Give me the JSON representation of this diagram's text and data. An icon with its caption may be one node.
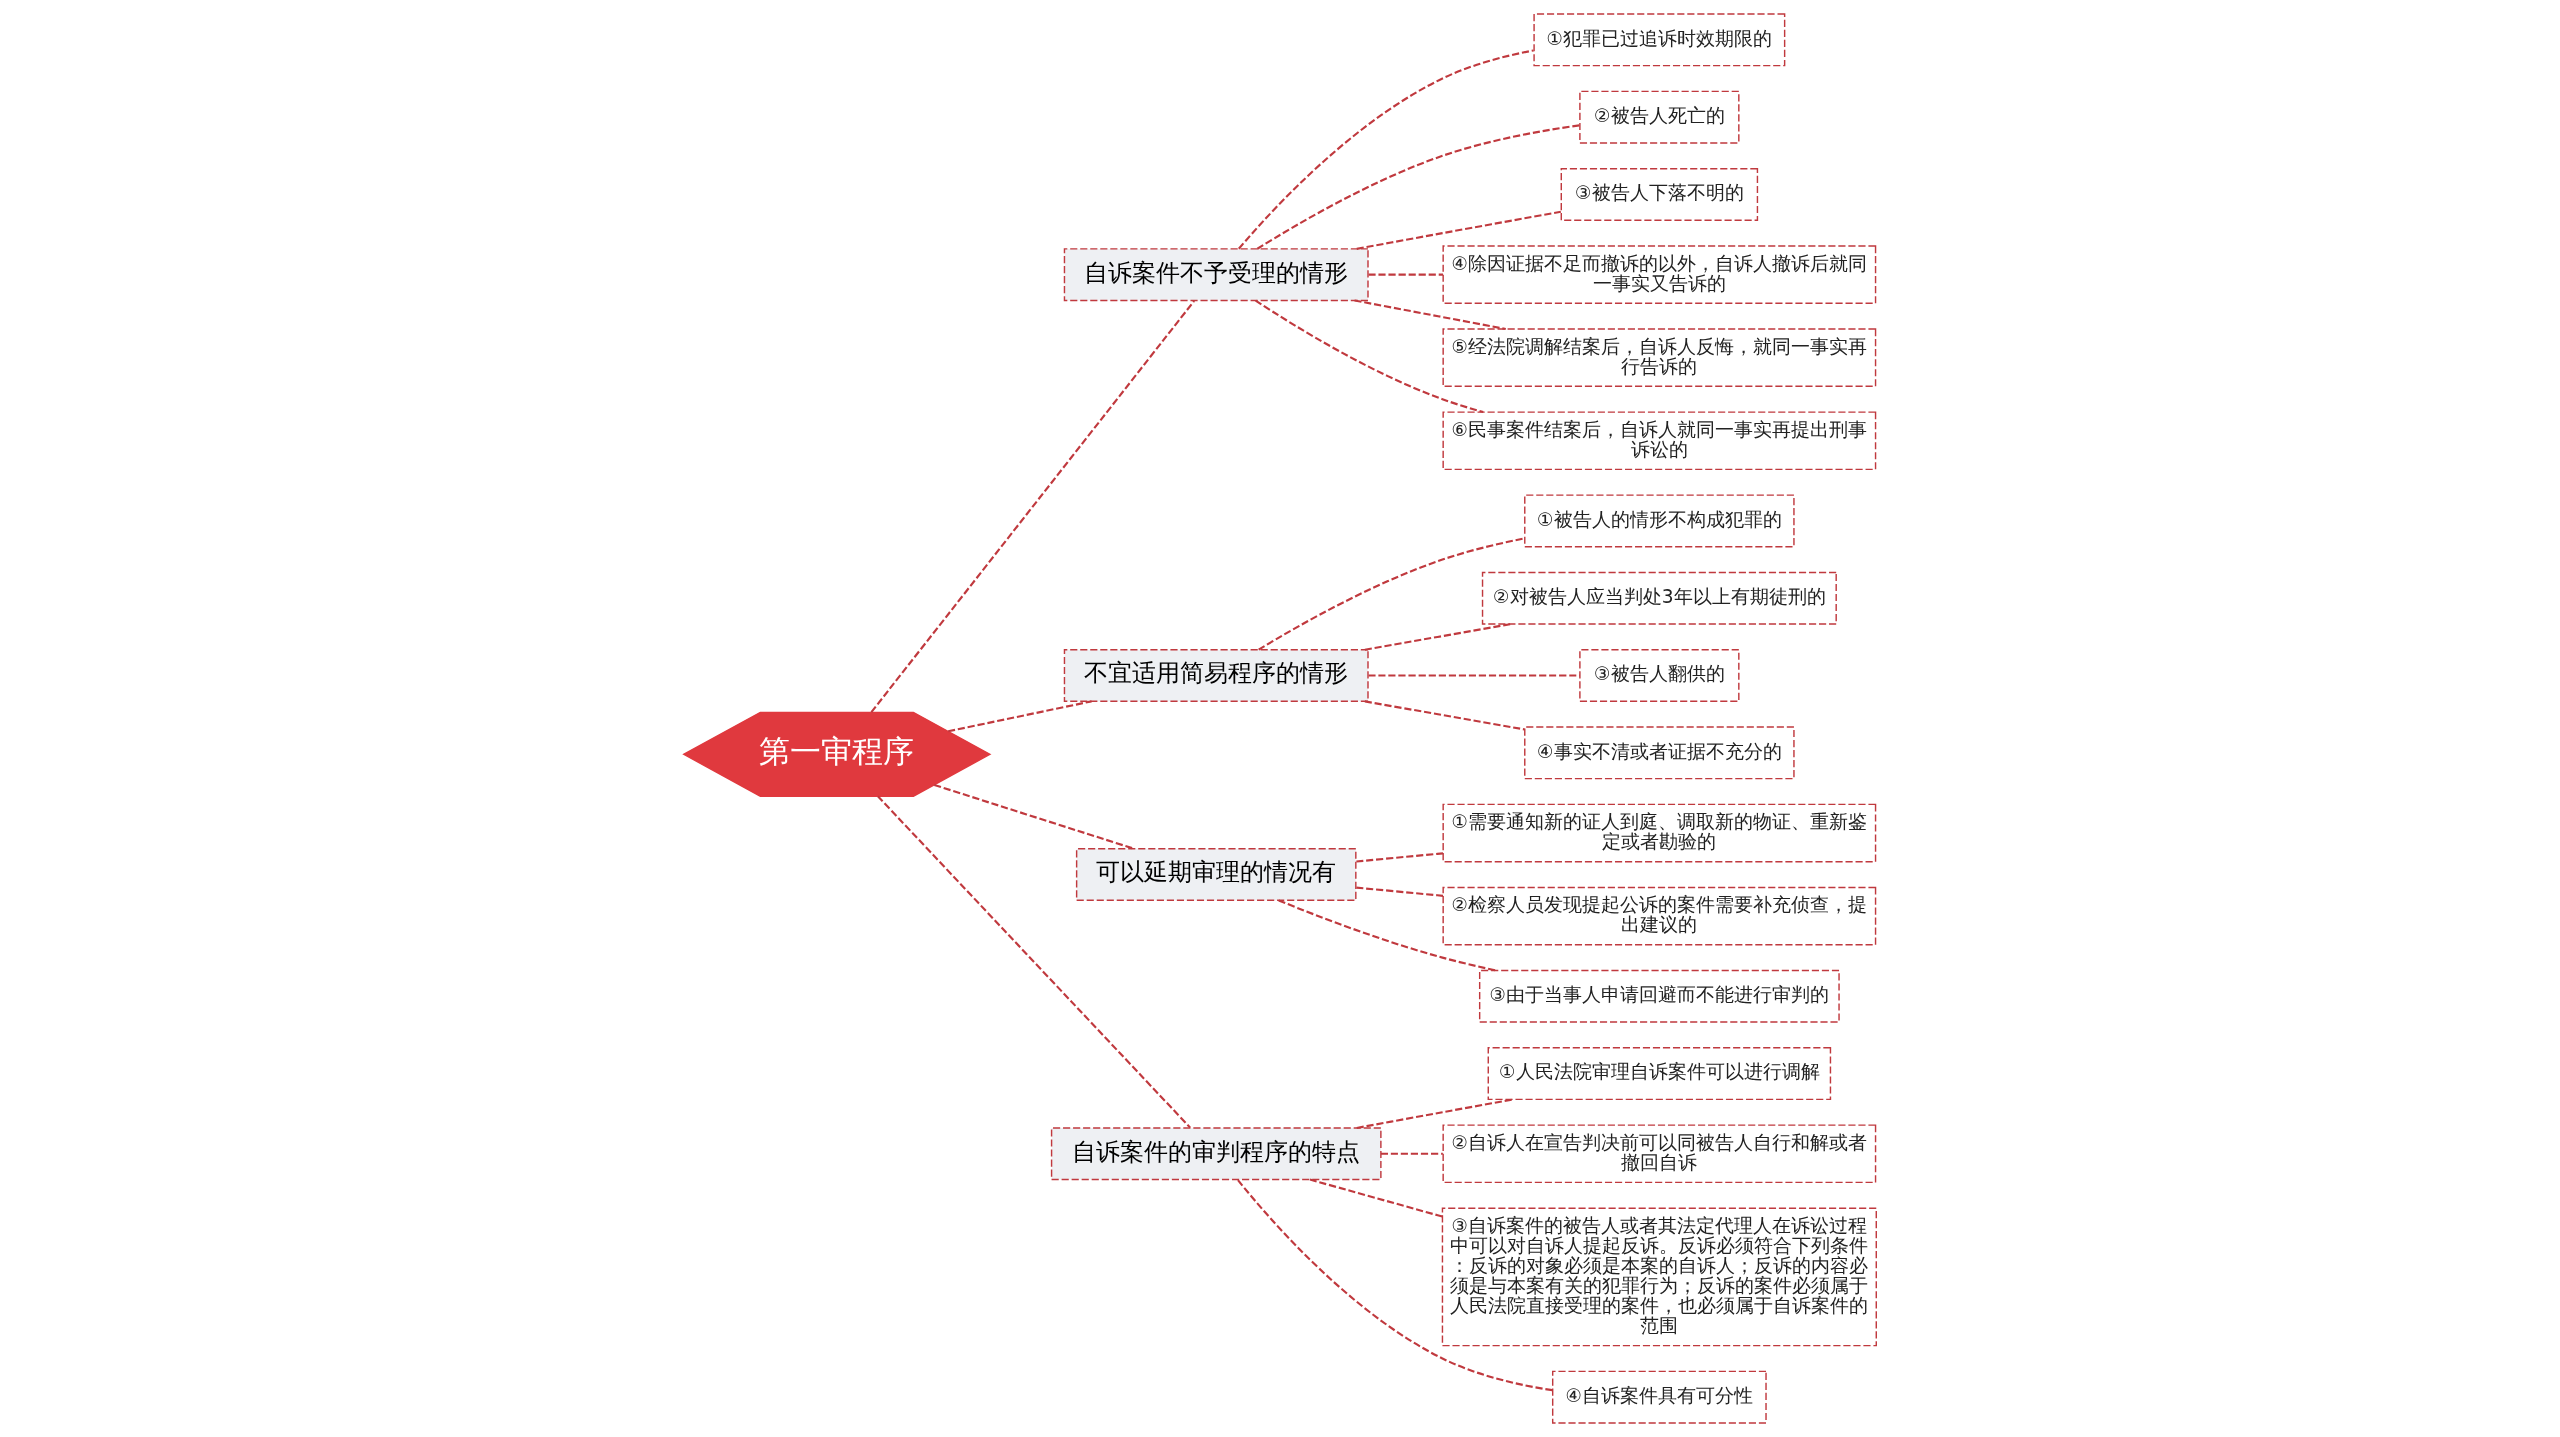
{
  "diagram": {
    "nodes": [
      {
        "text": [
          "第一审程序"
        ]
      },
      {
        "text": [
          "自诉案件不予受理的情形"
        ]
      },
      {
        "text": [
          "①犯罪已过追诉时效期限的"
        ]
      },
      {
        "text": [
          "②被告人死亡的"
        ]
      },
      {
        "text": [
          "③被告人下落不明的"
        ]
      },
      {
        "text": [
          "④除因证据不足而撤诉的以外，自诉人撤诉后就同一事实又告诉的"
        ]
      },
      {
        "text": [
          "⑤经法院调解结案后，自诉人反悔，就同一事实再行告诉的"
        ]
      },
      {
        "text": [
          "⑥民事案件结案后，自诉人就同一事实再提出刑事诉讼的"
        ]
      },
      {
        "text": [
          "不宜适用简易程序的情形"
        ]
      },
      {
        "text": [
          "①被告人的情形不构成犯罪的"
        ]
      },
      {
        "text": [
          "②对被告人应当判处3年以上有期徒刑的"
        ]
      },
      {
        "text": [
          "③被告人翻供的"
        ]
      },
      {
        "text": [
          "④事实不清或者证据不充分的"
        ]
      },
      {
        "text": [
          "可以延期审理的情况有"
        ]
      },
      {
        "text": [
          "①需要通知新的证人到庭、调取新的物证、重新鉴定或者勘验的"
        ]
      },
      {
        "text": [
          "②检察人员发现提起公诉的案件需要补充侦查，提出建议的"
        ]
      },
      {
        "text": [
          "③由于当事人申请回避而不能进行审判的"
        ]
      },
      {
        "text": [
          "自诉案件的审判程序的特点"
        ]
      },
      {
        "text": [
          "①人民法院审理自诉案件可以进行调解"
        ]
      },
      {
        "text": [
          "②自诉人在宣告判决前可以同被告人自行和解或者撤回自诉"
        ]
      },
      {
        "text": [
          "③自诉案件的被告人或者其法定代理人在诉讼过程中可以对自诉人提起反诉。反诉必须符合下列条件：反诉的对象必须是本案的自诉人；反诉的内容必须是与本案有关的犯罪行为；反诉的案件必须属于人民法院直接受理的案件，也必须属于自诉案件的范围"
        ]
      },
      {
        "text": [
          "④自诉案件具有可分性"
        ]
      }
    ],
    "edges": [
      {
        "from": 0,
        "to": 1,
        "arrow": "none",
        "style": "dashed"
      },
      {
        "from": 1,
        "to": 2,
        "arrow": "none",
        "style": "dashed"
      },
      {
        "from": 1,
        "to": 3,
        "arrow": "none",
        "style": "dashed"
      },
      {
        "from": 1,
        "to": 4,
        "arrow": "none",
        "style": "dashed"
      },
      {
        "from": 1,
        "to": 5,
        "arrow": "none",
        "style": "dashed"
      },
      {
        "from": 1,
        "to": 6,
        "arrow": "none",
        "style": "dashed"
      },
      {
        "from": 1,
        "to": 7,
        "arrow": "none",
        "style": "dashed"
      },
      {
        "from": 0,
        "to": 8,
        "arrow": "none",
        "style": "dashed"
      },
      {
        "from": 8,
        "to": 9,
        "arrow": "none",
        "style": "dashed"
      },
      {
        "from": 8,
        "to": 10,
        "arrow": "none",
        "style": "dashed"
      },
      {
        "from": 8,
        "to": 11,
        "arrow": "none",
        "style": "dashed"
      },
      {
        "from": 8,
        "to": 12,
        "arrow": "none",
        "style": "dashed"
      },
      {
        "from": 0,
        "to": 13,
        "arrow": "none",
        "style": "dashed"
      },
      {
        "from": 13,
        "to": 14,
        "arrow": "none",
        "style": "dashed"
      },
      {
        "from": 13,
        "to": 15,
        "arrow": "none",
        "style": "dashed"
      },
      {
        "from": 13,
        "to": 16,
        "arrow": "none",
        "style": "dashed"
      },
      {
        "from": 0,
        "to": 17,
        "arrow": "none",
        "style": "dashed"
      },
      {
        "from": 17,
        "to": 18,
        "arrow": "none",
        "style": "dashed"
      },
      {
        "from": 17,
        "to": 19,
        "arrow": "none",
        "style": "dashed"
      },
      {
        "from": 17,
        "to": 20,
        "arrow": "none",
        "style": "dashed"
      },
      {
        "from": 17,
        "to": 21,
        "arrow": "none",
        "style": "dashed"
      }
    ]
  }
}
